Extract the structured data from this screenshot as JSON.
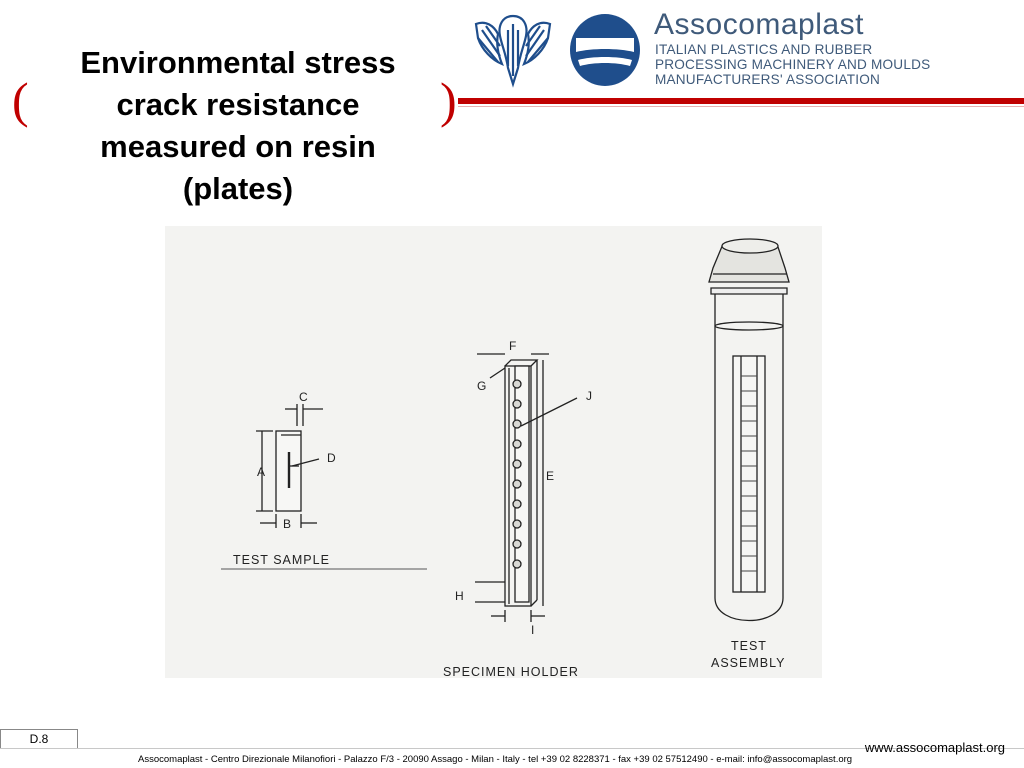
{
  "slide": {
    "title": "Environmental stress crack resistance measured on resin (plates)",
    "slide_number": "D.8"
  },
  "brand": {
    "name": "Assocomaplast",
    "subtitle_lines": [
      "ITALIAN PLASTICS AND RUBBER",
      "PROCESSING MACHINERY AND MOULDS",
      "MANUFACTURERS' ASSOCIATION"
    ]
  },
  "diagram": {
    "test_sample": {
      "caption": "TEST SAMPLE",
      "labels": [
        "A",
        "B",
        "C",
        "D"
      ]
    },
    "specimen_holder": {
      "caption": "SPECIMEN HOLDER",
      "labels": [
        "E",
        "F",
        "G",
        "H",
        "I",
        "J"
      ]
    },
    "test_assembly": {
      "caption_lines": [
        "TEST",
        "ASSEMBLY"
      ]
    }
  },
  "footer": {
    "website": "www.assocomaplast.org",
    "address": "Assocomaplast - Centro Direzionale Milanofiori - Palazzo F/3 - 20090 Assago - Milan - Italy - tel +39 02 8228371 - fax +39 02 57512490 - e-mail: info@assocomaplast.org"
  },
  "colors": {
    "accent_red": "#c00000",
    "logo_blue": "#1f4e8c",
    "brand_text": "#3f5a7a"
  }
}
